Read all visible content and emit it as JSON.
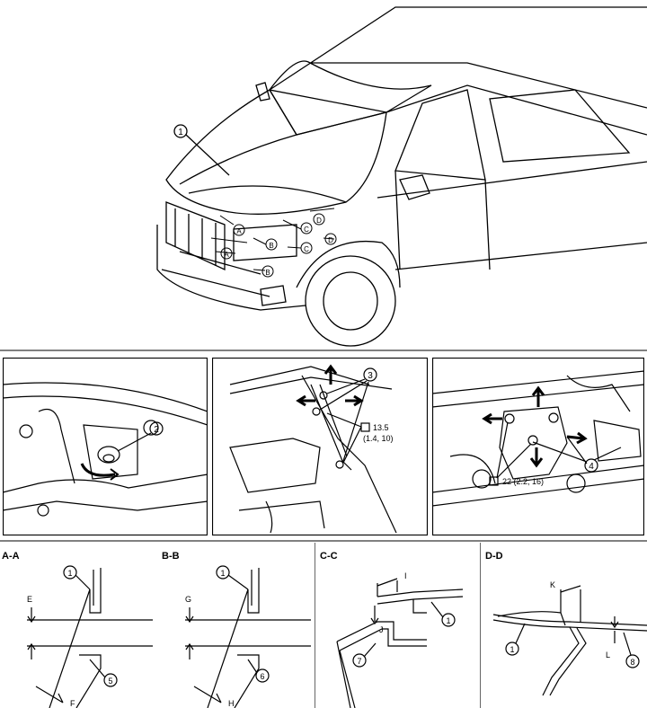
{
  "callouts": {
    "hood": "1",
    "bolt": "2",
    "stay": "3",
    "lock": "4",
    "seal_a": "5",
    "seal_b": "6",
    "seal_c": "7",
    "seal_d": "8"
  },
  "section_marks": {
    "a": "A",
    "b": "B",
    "c": "C",
    "d": "D"
  },
  "section_titles": {
    "aa": "A-A",
    "bb": "B-B",
    "cc": "C-C",
    "dd": "D-D"
  },
  "torque_stay": {
    "value": "13.5",
    "alt": "(1.4, 10)"
  },
  "torque_lock": {
    "value": "22 (2.2, 16)"
  },
  "dimensions": {
    "e": "E",
    "f": "F",
    "g": "G",
    "h": "H",
    "i": "I",
    "j": "J",
    "k": "K",
    "l": "L"
  },
  "colors": {
    "line": "#000000",
    "background": "#ffffff"
  },
  "icons": [
    "torque-wrench-icon",
    "arrow-icon"
  ]
}
